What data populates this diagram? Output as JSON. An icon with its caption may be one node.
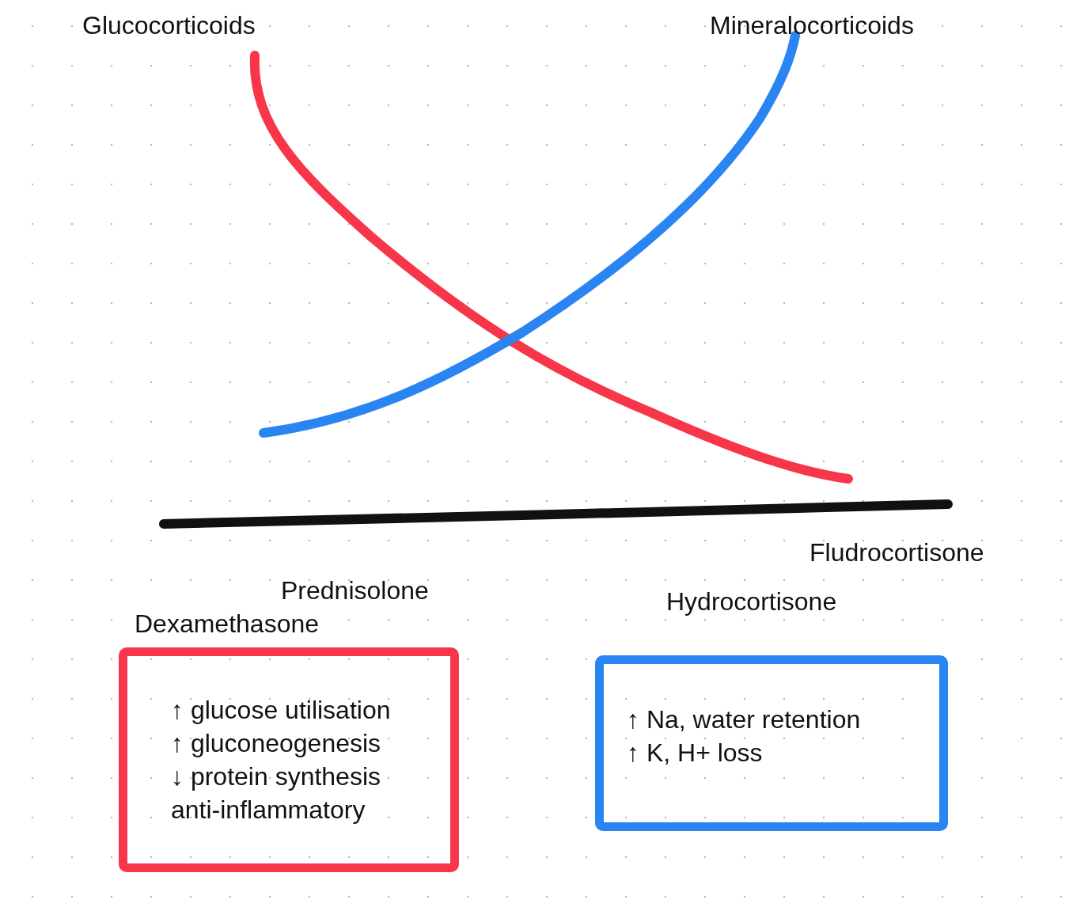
{
  "diagram": {
    "nodes": [
      {
        "text": [
          "↑ glucose utilisation",
          "↑ gluconeogenesis",
          "↓ protein synthesis",
          "anti-inflammatory"
        ]
      },
      {
        "text": [
          "↑ Na, water retention",
          "↑ K, H+ loss"
        ]
      }
    ],
    "labels": [
      "Glucocorticoids",
      "Mineralocorticoids",
      "Fludrocortisone",
      "Prednisolone",
      "Hydrocortisone",
      "Dexamethasone"
    ]
  }
}
